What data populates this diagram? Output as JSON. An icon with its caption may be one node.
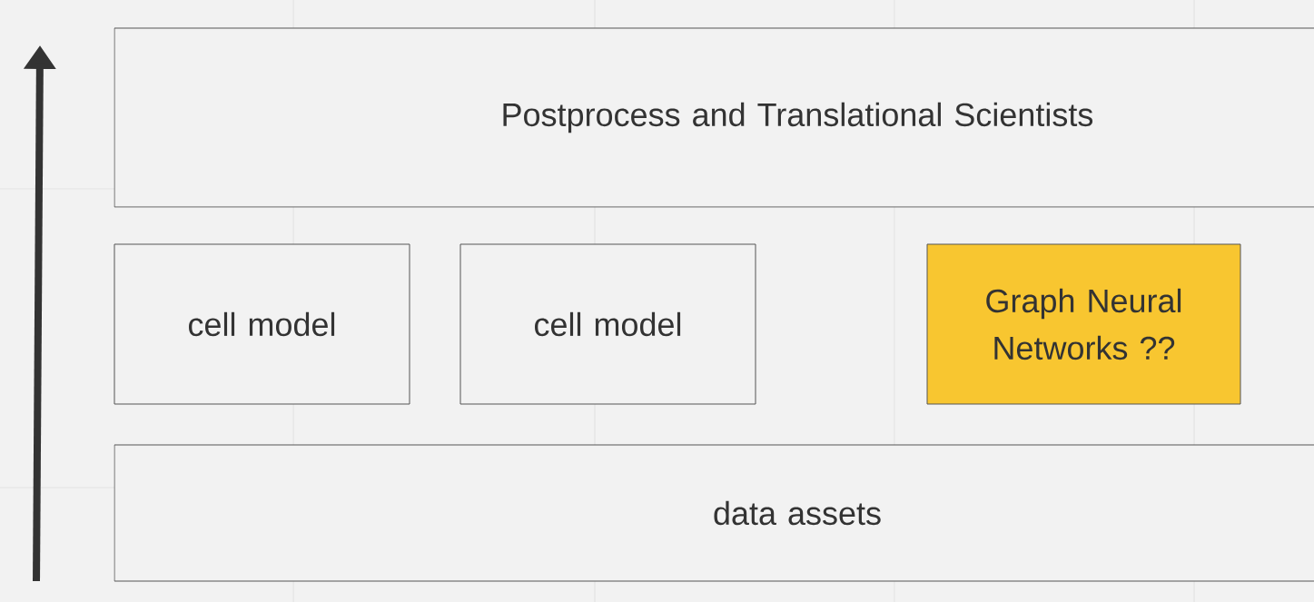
{
  "diagram": {
    "nodes": [
      {
        "text": [
          "Postprocess and Translational Scientists"
        ]
      },
      {
        "text": [
          "cell model"
        ]
      },
      {
        "text": [
          "cell model"
        ]
      },
      {
        "text": [
          "Graph Neural Networks ??"
        ]
      },
      {
        "text": [
          "data assets"
        ]
      }
    ]
  }
}
